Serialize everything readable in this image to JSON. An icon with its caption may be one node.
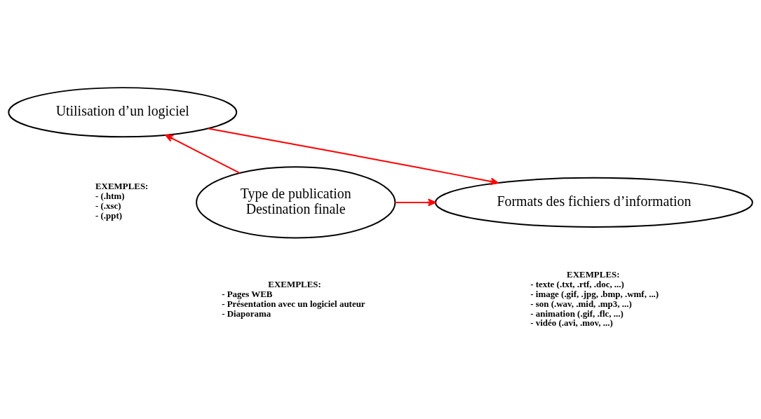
{
  "diagram": {
    "nodes": [
      {
        "text": [
          "Utilisation d’un logiciel"
        ],
        "beside": [
          "EXEMPLES:",
          "- (.htm)",
          "- (.xsc)",
          "- (.ppt)"
        ]
      },
      {
        "text": [
          "Formats des fichiers d’information"
        ],
        "beside": [
          "EXEMPLES:",
          "- texte (.txt, .rtf, .doc, ...)",
          "- image (.gif, .jpg, .bmp, .wmf, ...)",
          "- son (.wav, .mid, .mp3, ...)",
          "- animation (.gif, .flc, ...)",
          "- vidéo (.avi, .mov, ...)"
        ]
      },
      {
        "text": [
          "Type de publication",
          "Destination finale"
        ],
        "beside": [
          "EXEMPLES:",
          "- Pages WEB",
          "- Présentation avec un logiciel auteur",
          "- Diaporama"
        ]
      }
    ],
    "edges": [
      {
        "from": 0,
        "to": 1,
        "arrow": "to",
        "color": "#ff0000"
      },
      {
        "from": 2,
        "to": 0,
        "arrow": "to",
        "color": "#ff0000"
      },
      {
        "from": 2,
        "to": 1,
        "arrow": "to",
        "color": "#ff0000"
      }
    ]
  }
}
